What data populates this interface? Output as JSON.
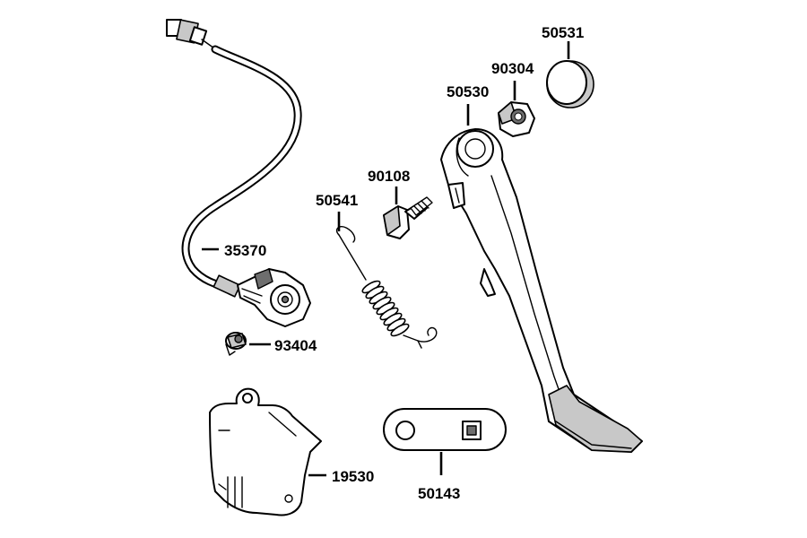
{
  "parts": {
    "wire_harness": "35370",
    "screw_small": "93404",
    "spring": "50541",
    "pivot_bolt": "90108",
    "side_stand": "50530",
    "nut": "90304",
    "cap": "50531",
    "stand_plate": "50143",
    "cover_plate": "19530"
  }
}
